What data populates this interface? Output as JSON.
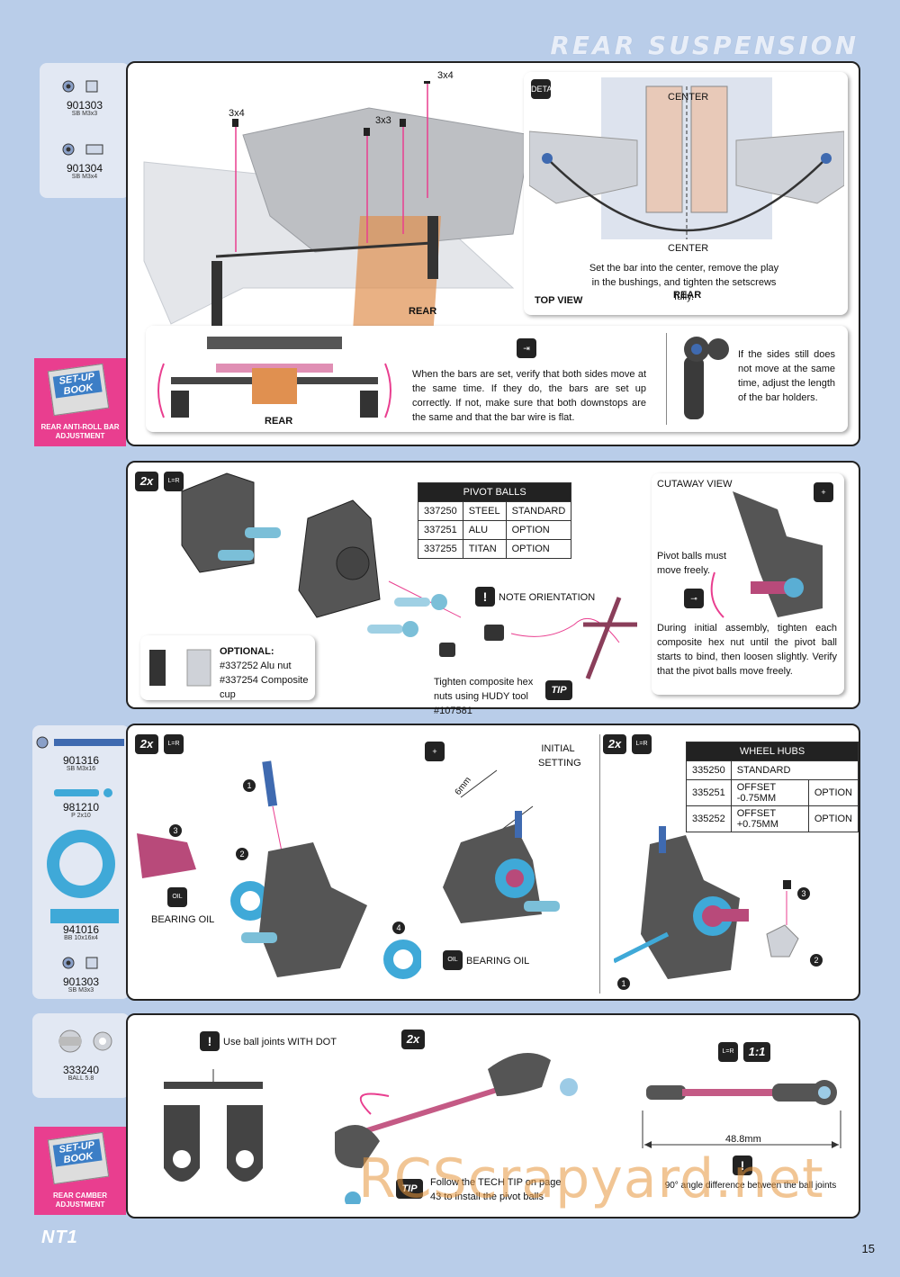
{
  "header": {
    "title": "REAR SUSPENSION"
  },
  "footer": {
    "logo": "NT1",
    "page_number": "15",
    "watermark": "RCScrapyard.net"
  },
  "parts1": [
    {
      "number": "901303",
      "desc": "SB M3x3"
    },
    {
      "number": "901304",
      "desc": "SB M3x4"
    }
  ],
  "setup1": {
    "book": "SET-UP BOOK",
    "label": "REAR ANTI-ROLL BAR ADJUSTMENT"
  },
  "sec1": {
    "screws": [
      "3x4",
      "3x3",
      "3x4"
    ],
    "rear": "REAR",
    "detail_icon": "DETAIL",
    "center_label": "CENTER",
    "center_label2": "CENTER",
    "top_caption": "Set the bar into the center, remove the play in the bushings, and tighten the setscrews fully.",
    "top_view": "TOP VIEW",
    "top_rear": "REAR",
    "bars_text": "When the bars are set, verify that both sides move at the same time. If they do, the bars are set up correctly. If not, make sure that both downstops are the same and that the bar wire is flat.",
    "bars_rear": "REAR",
    "sides_text": "If the sides still does not move at the same time, adjust the length of the bar holders."
  },
  "sec2": {
    "qty": "2x",
    "lr": "L=R",
    "table": {
      "title": "PIVOT BALLS",
      "rows": [
        [
          "337250",
          "STEEL",
          "STANDARD"
        ],
        [
          "337251",
          "ALU",
          "OPTION"
        ],
        [
          "337255",
          "TITAN",
          "OPTION"
        ]
      ]
    },
    "note": "NOTE ORIENTATION",
    "optional_title": "OPTIONAL:",
    "optional_items": [
      "#337252 Alu nut",
      "#337254 Composite cup"
    ],
    "tip_text": "Tighten composite hex nuts using HUDY tool #107581",
    "tip": "TIP",
    "cutaway": "CUTAWAY VIEW",
    "pivot_free": "Pivot balls must move freely.",
    "cutaway_text": "During initial assembly, tighten each composite hex nut until the pivot ball starts to bind, then loosen slightly. Verify that the pivot balls move freely."
  },
  "parts3": [
    {
      "number": "901316",
      "desc": "SB M3x16"
    },
    {
      "number": "981210",
      "desc": "P 2x10"
    },
    {
      "number": "941016",
      "desc": "BB 10x16x4"
    },
    {
      "number": "901303",
      "desc": "SB M3x3"
    }
  ],
  "sec3": {
    "qty": "2x",
    "lr": "L=R",
    "oil1": "BEARING OIL",
    "oil2": "BEARING OIL",
    "oil_icon": "OIL",
    "initial": "INITIAL SETTING",
    "mm": "6mm",
    "qty2": "2x",
    "table": {
      "title": "WHEEL HUBS",
      "rows": [
        [
          "335250",
          "STANDARD",
          ""
        ],
        [
          "335251",
          "OFFSET -0.75MM",
          "OPTION"
        ],
        [
          "335252",
          "OFFSET +0.75MM",
          "OPTION"
        ]
      ]
    }
  },
  "parts4": [
    {
      "number": "333240",
      "desc": "BALL 5.8"
    }
  ],
  "setup4": {
    "book": "SET-UP BOOK",
    "label": "REAR CAMBER ADJUSTMENT"
  },
  "sec4": {
    "dot_text": "Use ball joints WITH DOT",
    "qty": "2x",
    "tech_tip": "Follow the TECH TIP on page 43 to install the pivot balls",
    "tip": "TIP",
    "ratio": "1:1",
    "lr": "L=R",
    "length": "48.8mm",
    "angle": "90° angle difference between the ball joints"
  },
  "colors": {
    "background": "#b9cde9",
    "accent_pink": "#e93e8f",
    "part_blue": "#3fa9d8"
  }
}
